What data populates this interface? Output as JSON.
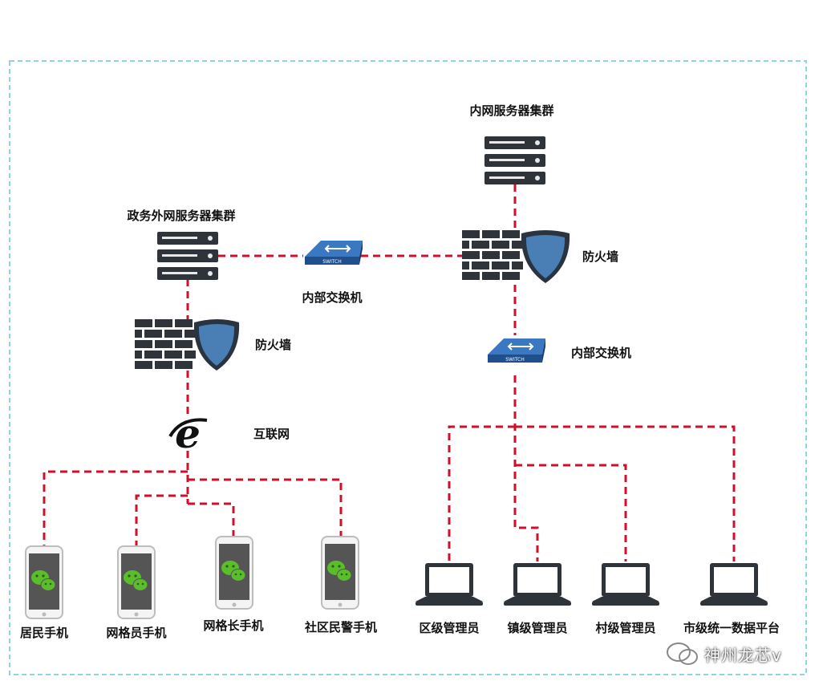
{
  "diagram": {
    "left": {
      "server_cluster": "政务外网服务器集群",
      "switch": "内部交换机",
      "firewall": "防火墙",
      "internet": "互联网",
      "phones": [
        "居民手机",
        "网格员手机",
        "网格长手机",
        "社区民警手机"
      ]
    },
    "right": {
      "server_cluster": "内网服务器集群",
      "firewall": "防火墙",
      "switch": "内部交换机",
      "laptops": [
        "区级管理员",
        "镇级管理员",
        "村级管理员",
        "市级统一数据平台"
      ]
    },
    "switch_badge": "SWITCH",
    "internet_glyph": "e",
    "watermark": "神州龙芯v",
    "colors": {
      "link": "#d0102a",
      "border": "#8fd3e8",
      "server": "#2f343b",
      "shield": "#4a7fb6",
      "wechat": "#5bbd2b"
    }
  }
}
